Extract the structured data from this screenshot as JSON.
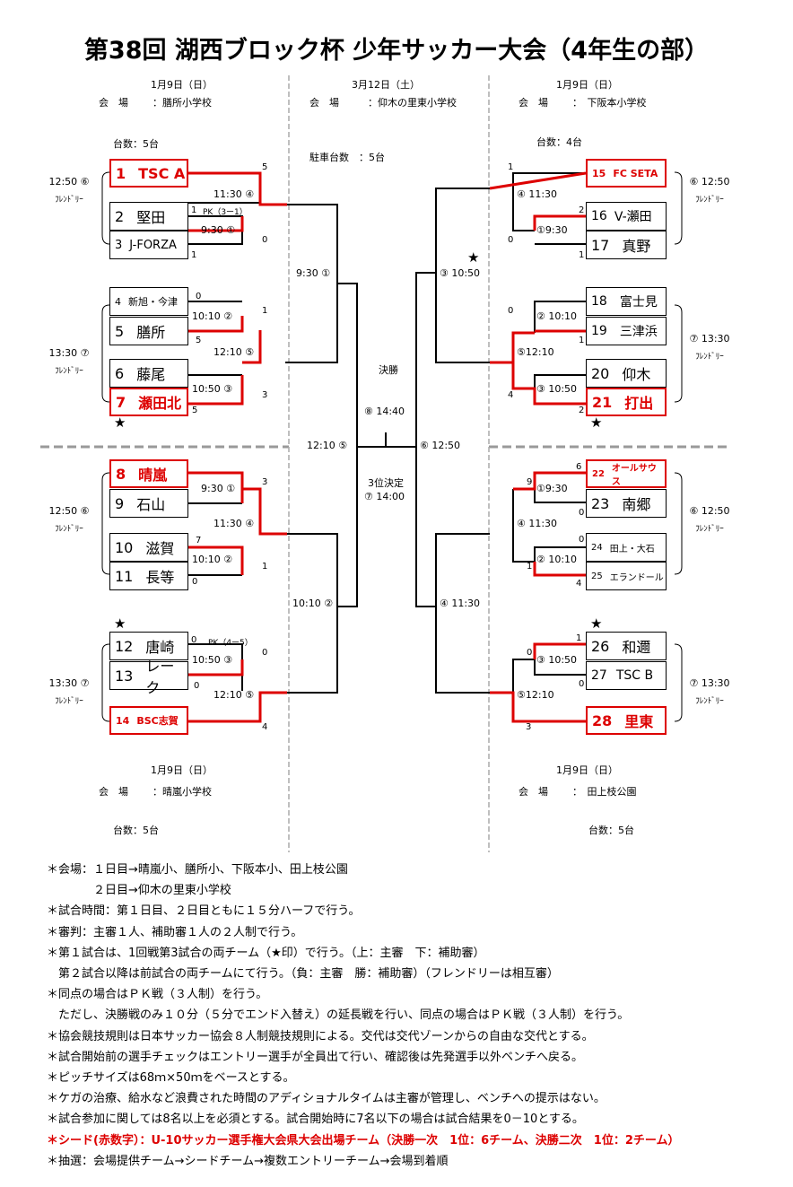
{
  "title": "第38回 湖西ブロック杯 少年サッカー大会（4年生の部）",
  "headers": {
    "top_left": {
      "date": "1月9日（日）",
      "venue_label": "会　場",
      "venue": "：膳所小学校",
      "count": "台数：5台"
    },
    "top_center": {
      "date": "3月12日（土）",
      "venue_label": "会　場",
      "venue": "：仰木の里東小学校",
      "count": "駐車台数　：5台"
    },
    "top_right": {
      "date": "1月9日（日）",
      "venue_label": "会　場",
      "venue": "：　下阪本小学校",
      "count": "台数：4台"
    },
    "bottom_left": {
      "date": "1月9日（日）",
      "venue_label": "会　場",
      "venue": "：晴嵐小学校",
      "count": "台数：5台"
    },
    "bottom_right": {
      "date": "1月9日（日）",
      "venue_label": "会　場",
      "venue": "：　田上枝公園",
      "count": "台数：5台"
    }
  },
  "teams": {
    "t1": {
      "num": "1",
      "name": "TSC A"
    },
    "t2": {
      "num": "2",
      "name": "堅田"
    },
    "t3": {
      "num": "3",
      "name": "J-FORZA"
    },
    "t4": {
      "num": "4",
      "name": "新旭・今津"
    },
    "t5": {
      "num": "5",
      "name": "膳所"
    },
    "t6": {
      "num": "6",
      "name": "藤尾"
    },
    "t7": {
      "num": "7",
      "name": "瀬田北"
    },
    "t8": {
      "num": "8",
      "name": "晴嵐"
    },
    "t9": {
      "num": "9",
      "name": "石山"
    },
    "t10": {
      "num": "10",
      "name": "滋賀"
    },
    "t11": {
      "num": "11",
      "name": "長等"
    },
    "t12": {
      "num": "12",
      "name": "唐崎"
    },
    "t13": {
      "num": "13",
      "name": "レーク"
    },
    "t14": {
      "num": "14",
      "name": "BSC志賀"
    },
    "t15": {
      "num": "15",
      "name": "FC SETA"
    },
    "t16": {
      "num": "16",
      "name": "V-瀬田"
    },
    "t17": {
      "num": "17",
      "name": "真野"
    },
    "t18": {
      "num": "18",
      "name": "富士見"
    },
    "t19": {
      "num": "19",
      "name": "三津浜"
    },
    "t20": {
      "num": "20",
      "name": "仰木"
    },
    "t21": {
      "num": "21",
      "name": "打出"
    },
    "t22": {
      "num": "22",
      "name": "オールサウス"
    },
    "t23": {
      "num": "23",
      "name": "南郷"
    },
    "t24": {
      "num": "24",
      "name": "田上・大石"
    },
    "t25": {
      "num": "25",
      "name": "エランドール"
    },
    "t26": {
      "num": "26",
      "name": "和邇"
    },
    "t27": {
      "num": "27",
      "name": "TSC B"
    },
    "t28": {
      "num": "28",
      "name": "里東"
    }
  },
  "side_labels": {
    "l1": {
      "time": "12:50 ⑥",
      "note": "ﾌﾚﾝﾄﾞﾘｰ"
    },
    "l2": {
      "time": "13:30 ⑦",
      "note": "ﾌﾚﾝﾄﾞﾘｰ"
    },
    "l3": {
      "time": "12:50 ⑥",
      "note": "ﾌﾚﾝﾄﾞﾘｰ"
    },
    "l4": {
      "time": "13:30 ⑦",
      "note": "ﾌﾚﾝﾄﾞﾘｰ"
    },
    "r1": {
      "time": "⑥ 12:50",
      "note": "ﾌﾚﾝﾄﾞﾘｰ"
    },
    "r2": {
      "time": "⑦ 13:30",
      "note": "ﾌﾚﾝﾄﾞﾘｰ"
    },
    "r3": {
      "time": "⑥ 12:50",
      "note": "ﾌﾚﾝﾄﾞﾘｰ"
    },
    "r4": {
      "time": "⑦ 13:30",
      "note": "ﾌﾚﾝﾄﾞﾘｰ"
    }
  },
  "match_times": {
    "m_l1_930": "9:30 ①",
    "m_l1_1130": "11:30 ④",
    "m_l1_pk": "PK（3ー1）",
    "m_l2_1010": "10:10 ②",
    "m_l2_1050": "10:50 ③",
    "m_l2_1210": "12:10 ⑤",
    "m_l3_930": "9:30 ①",
    "m_l3_1010": "10:10 ②",
    "m_l3_1130": "11:30 ④",
    "m_l4_pk": "PK（4ー5）",
    "m_l4_1050": "10:50 ③",
    "m_l4_1210": "12:10 ⑤",
    "m_r1_1130": "④ 11:30",
    "m_r1_930": "①9:30",
    "m_r2_1010": "② 10:10",
    "m_r2_1210": "⑤12:10",
    "m_r2_1050": "③ 10:50",
    "m_r3_930": "①9:30",
    "m_r3_1130": "④ 11:30",
    "m_r3_1010": "② 10:10",
    "m_r4_1050": "③ 10:50",
    "m_r4_1210": "⑤12:10",
    "c_l_top": "9:30 ①",
    "c_l_bot": "10:10 ②",
    "c_r_top": "③ 10:50",
    "c_r_bot": "④ 11:30",
    "final_label": "決勝",
    "final_time": "⑧ 14:40",
    "semi_l": "12:10 ⑤",
    "semi_r": "⑥ 12:50",
    "third_label": "3位決定",
    "third_time": "⑦ 14:00"
  },
  "scores": {
    "s1": "5",
    "s2": "1",
    "s3": "0",
    "s4": "1",
    "s5": "0",
    "s6": "5",
    "s7": "1",
    "s8": "3",
    "s9": "5",
    "s10": "3",
    "s11": "7",
    "s12": "0",
    "s13": "1",
    "s14": "0",
    "s15": "0",
    "s16": "0",
    "s17": "4",
    "s18": "1",
    "s19": "2",
    "s20": "0",
    "s21": "1",
    "s22": "0",
    "s23": "1",
    "s24": "4",
    "s25": "2",
    "s26": "6",
    "s27": "9",
    "s28": "0",
    "s29": "0",
    "s30": "1",
    "s31": "4",
    "s32": "1",
    "s33": "0",
    "s34": "0",
    "s35": "3"
  },
  "star": "★",
  "notes": [
    "＊会場：１日目→晴嵐小、膳所小、下阪本小、田上枝公園",
    "　　　　２日目→仰木の里東小学校",
    "＊試合時間：第１日目、２日目ともに１５分ハーフで行う。",
    "＊審判：主審１人、補助審１人の２人制で行う。",
    "＊第１試合は、1回戦第3試合の両チーム（★印）で行う。（上：主審　下：補助審）",
    "　第２試合以降は前試合の両チームにて行う。（負：主審　勝：補助審）（フレンドリーは相互審）",
    "＊同点の場合はＰＫ戦（３人制）を行う。",
    "　ただし、決勝戦のみ１０分（５分でエンド入替え）の延長戦を行い、同点の場合はＰＫ戦（３人制）を行う。",
    "＊協会競技規則は日本サッカー協会８人制競技規則による。交代は交代ゾーンからの自由な交代とする。",
    "＊試合開始前の選手チェックはエントリー選手が全員出て行い、確認後は先発選手以外ベンチへ戻る。",
    "＊ピッチサイズは68ｍ×50ｍをベースとする。",
    "＊ケガの治療、給水など浪費された時間のアディショナルタイムは主審が管理し、ベンチへの提示はない。",
    "＊試合参加に関しては8名以上を必須とする。試合開始時に7名以下の場合は試合結果を0－10とする。",
    "＊シード(赤数字）：U-10サッカー選手権大会県大会出場チーム（決勝一次　1位：6チーム、決勝二次　1位：2チーム）",
    "＊抽選：会場提供チーム→シードチーム→複数エントリーチーム→会場到着順"
  ],
  "colors": {
    "seed": "#d00000",
    "line": "#000000",
    "divider": "#999999"
  }
}
